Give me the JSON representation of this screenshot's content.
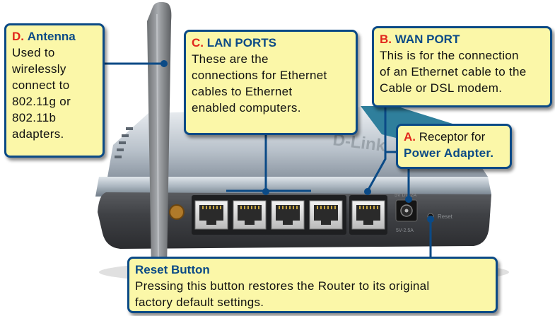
{
  "antenna": {
    "letter": "D.",
    "title": "Antenna",
    "lines": [
      "Used to",
      "wirelessly",
      "connect to",
      "802.11g or",
      "802.11b",
      "adapters."
    ]
  },
  "lan": {
    "letter": "C.",
    "title": "LAN PORTS",
    "lines": [
      "These are the",
      "connections for Ethernet",
      "cables to Ethernet",
      "enabled computers."
    ]
  },
  "wan": {
    "letter": "B.",
    "title": "WAN PORT",
    "lines": [
      "This is for the connection",
      "of an Ethernet cable to the",
      "Cable or DSL modem."
    ]
  },
  "power": {
    "letter": "A.",
    "text1": "Receptor for",
    "title": "Power Adapter."
  },
  "reset": {
    "title": "Reset Button",
    "lines": [
      "Pressing this button restores the Router to its original",
      "factory default settings."
    ]
  },
  "device": {
    "brand": "D-Link",
    "reset_label": "Reset",
    "power_label": "5V DC 2A",
    "power_sub": "5V-2.5A"
  },
  "colors": {
    "callout_fill": "#fbf7a8",
    "callout_border": "#0b4a86",
    "letter": "#e1271c",
    "title": "#0b4a86"
  }
}
